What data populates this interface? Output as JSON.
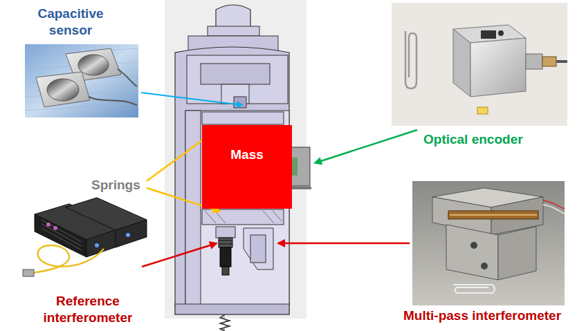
{
  "diagram": {
    "nodes": [
      {
        "text": [
          "Mass"
        ]
      }
    ],
    "labels": [
      "Capacitive sensor",
      "Optical encoder",
      "Springs",
      "Reference interferometer",
      "Multi-pass interferometer"
    ]
  }
}
